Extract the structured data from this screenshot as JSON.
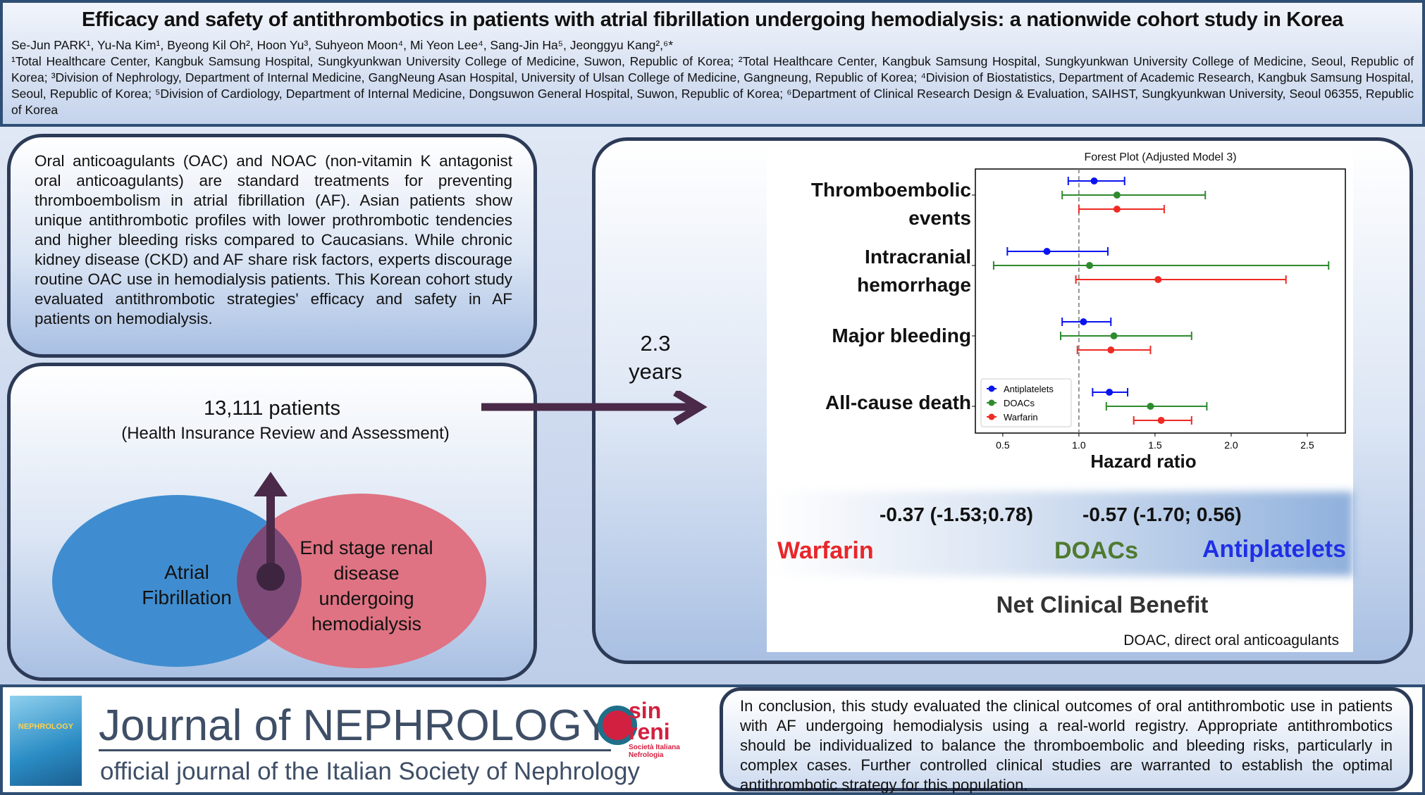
{
  "header": {
    "title": "Efficacy and safety of antithrombotics in patients with atrial fibrillation undergoing hemodialysis: a nationwide cohort study in Korea",
    "authors": "Se-Jun PARK¹, Yu-Na Kim¹, Byeong Kil Oh², Hoon Yu³, Suhyeon Moon⁴, Mi Yeon Lee⁴, Sang-Jin Ha⁵, Jeonggyu Kang²,⁶*",
    "affiliations": "¹Total Healthcare Center, Kangbuk Samsung Hospital, Sungkyunkwan University College of Medicine, Suwon, Republic of Korea; ²Total Healthcare Center, Kangbuk Samsung Hospital, Sungkyunkwan University College of Medicine, Seoul, Republic of Korea; ³Division of Nephrology, Department of Internal Medicine, GangNeung Asan Hospital, University of Ulsan College of Medicine, Gangneung, Republic of Korea; ⁴Division of Biostatistics, Department of Academic Research, Kangbuk Samsung Hospital, Seoul, Republic of Korea; ⁵Division of Cardiology, Department of Internal Medicine, Dongsuwon General Hospital, Suwon, Republic of Korea; ⁶Department of Clinical Research Design & Evaluation, SAIHST, Sungkyunkwan University, Seoul 06355, Republic of Korea"
  },
  "intro": "Oral anticoagulants (OAC) and NOAC (non-vitamin K antagonist oral anticoagulants) are standard treatments for preventing thromboembolism in atrial fibrillation (AF). Asian patients show unique antithrombotic profiles with lower prothrombotic tendencies and higher bleeding risks compared to Caucasians. While chronic kidney disease (CKD) and AF share risk factors, experts discourage routine OAC use in hemodialysis patients. This Korean cohort study evaluated antithrombotic strategies' efficacy and safety in AF patients on hemodialysis.",
  "cohort": {
    "count": "13,111 patients",
    "source": "(Health Insurance Review and Assessment)",
    "venn_left": "Atrial Fibrillation",
    "venn_right": "End stage renal disease undergoing hemodialysis"
  },
  "followup": {
    "value": "2.3",
    "unit": "years"
  },
  "ncb": {
    "doac_value": "-0.37 (-1.53;0.78)",
    "anti_value": "-0.57 (-1.70; 0.56)",
    "warfarin": "Warfarin",
    "doacs": "DOACs",
    "antiplatelets": "Antiplatelets",
    "title": "Net Clinical Benefit",
    "footnote": "DOAC, direct oral anticoagulants",
    "colors": {
      "warfarin": "#e8262a",
      "doacs": "#4f7a30",
      "antiplatelets": "#1f2fe6"
    }
  },
  "footer": {
    "journal": "Journal of NEPHROLOGY",
    "subtitle": "official journal of the Italian Society of Nephrology",
    "logo_text": "sin reni Società Italiana Nefrologia",
    "conclusion": "In conclusion, this study evaluated the clinical outcomes of oral antithrombotic use in patients with AF undergoing hemodialysis using a real-world registry. Appropriate antithrombotics should be individualized to balance the thromboembolic and bleeding risks, particularly in complex cases. Further controlled clinical studies are warranted to establish the optimal antithrombotic strategy for this population."
  },
  "chart_data": {
    "type": "forest",
    "title": "Forest Plot (Adjusted Model 3)",
    "xlabel": "Hazard ratio",
    "xlim": [
      0.32,
      2.75
    ],
    "xticks": [
      "0.5",
      "1.0",
      "1.5",
      "2.0",
      "2.5"
    ],
    "reference_line": 1.0,
    "categories": [
      "Thromboembolic events",
      "Intracranial hemorrhage",
      "Major bleeding",
      "All-cause death"
    ],
    "legend": "lower-left",
    "series": [
      {
        "name": "Antiplatelets",
        "color": "#0a14f0",
        "values": [
          1.1,
          0.79,
          1.03,
          1.2
        ],
        "lower": [
          0.93,
          0.53,
          0.89,
          1.09
        ],
        "upper": [
          1.3,
          1.19,
          1.21,
          1.32
        ]
      },
      {
        "name": "DOACs",
        "color": "#2e8b2e",
        "values": [
          1.25,
          1.07,
          1.23,
          1.47
        ],
        "lower": [
          0.89,
          0.44,
          0.88,
          1.18
        ],
        "upper": [
          1.83,
          2.64,
          1.74,
          1.84
        ]
      },
      {
        "name": "Warfarin",
        "color": "#ee2a24",
        "values": [
          1.25,
          1.52,
          1.21,
          1.54
        ],
        "lower": [
          1.0,
          0.98,
          0.99,
          1.36
        ],
        "upper": [
          1.56,
          2.36,
          1.47,
          1.74
        ]
      }
    ]
  }
}
